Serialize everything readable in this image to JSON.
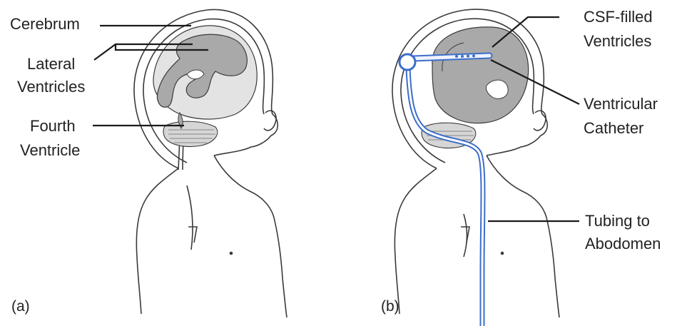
{
  "colors": {
    "outline": "#3a3a3a",
    "ventricle_fill": "#a9a9a9",
    "tubing": "#3d6ec9",
    "background": "#ffffff"
  },
  "panel_a": {
    "tag": "(a)",
    "labels": {
      "cerebrum": "Cerebrum",
      "lateral_ventricles_line1": "Lateral",
      "lateral_ventricles_line2": "Ventricles",
      "fourth_ventricle_line1": "Fourth",
      "fourth_ventricle_line2": "Ventricle"
    }
  },
  "panel_b": {
    "tag": "(b)",
    "labels": {
      "csf_line1": "CSF-filled",
      "csf_line2": "Ventricles",
      "catheter_line1": "Ventricular",
      "catheter_line2": "Catheter",
      "tubing_line1": "Tubing to",
      "tubing_line2": "Abodomen"
    }
  }
}
